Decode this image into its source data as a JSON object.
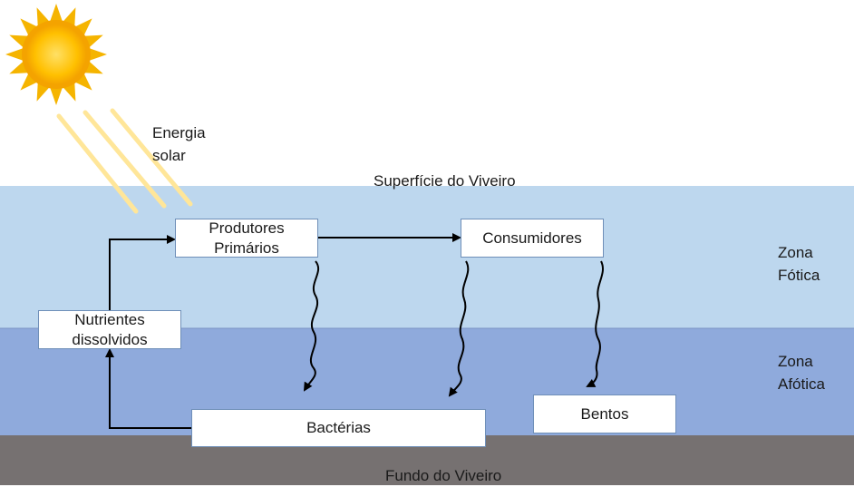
{
  "labels": {
    "energy": "Energia\nsolar",
    "surface": "Superfície do Viveiro",
    "bottom": "Fundo do Viveiro",
    "photic": "Zona\nFótica",
    "aphotic": "Zona\nAfótica"
  },
  "boxes": {
    "producers": "Produtores\nPrimários",
    "consumers": "Consumidores",
    "nutrients": "Nutrientes\ndissolvidos",
    "bacteria": "Bactérias",
    "benthos": "Bentos"
  },
  "colors": {
    "photic_zone": "#bdd7ee",
    "aphotic_zone": "#8faadc",
    "pond_bottom": "#767171",
    "sun_rays": "#ffe699",
    "sun_core": "#ffc000",
    "arrow": "#000000"
  }
}
